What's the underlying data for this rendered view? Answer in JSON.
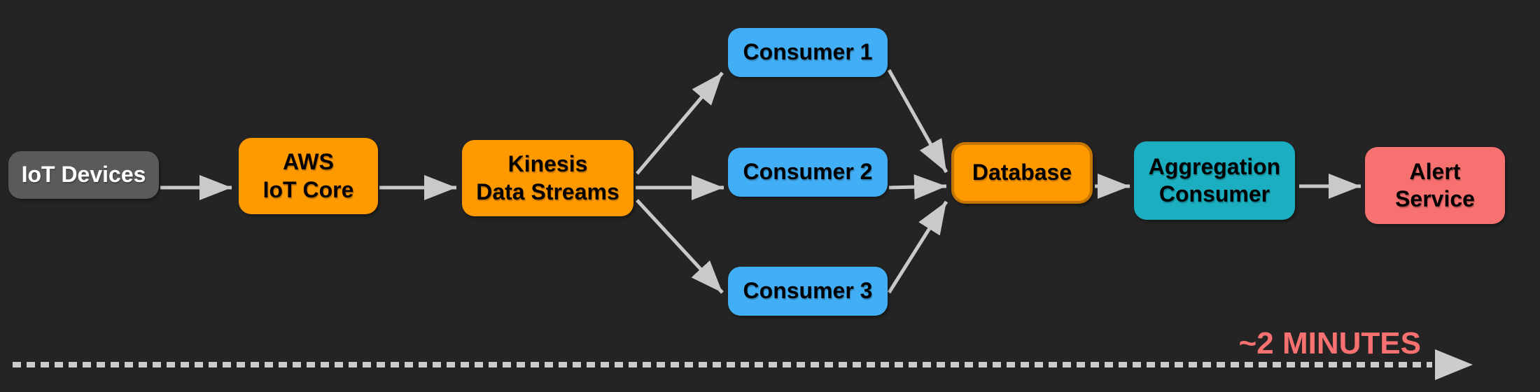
{
  "nodes": {
    "iot_devices": {
      "label": "IoT Devices",
      "fill": "#5A5A5A",
      "text_color": "#FFFFFF"
    },
    "aws_iot_core": {
      "label": "AWS\nIoT Core",
      "fill": "#FF9900",
      "text_color": "#000000"
    },
    "kinesis_data_streams": {
      "label": "Kinesis\nData Streams",
      "fill": "#FF9900",
      "text_color": "#000000"
    },
    "consumer_1": {
      "label": "Consumer 1",
      "fill": "#41AEF5",
      "text_color": "#000000"
    },
    "consumer_2": {
      "label": "Consumer 2",
      "fill": "#41AEF5",
      "text_color": "#000000"
    },
    "consumer_3": {
      "label": "Consumer 3",
      "fill": "#41AEF5",
      "text_color": "#000000"
    },
    "database": {
      "label": "Database",
      "fill": "#FF9900",
      "border": "#C67600",
      "text_color": "#000000"
    },
    "aggregation_consumer": {
      "label": "Aggregation\nConsumer",
      "fill": "#1AAEC0",
      "text_color": "#000000"
    },
    "alert_service": {
      "label": "Alert\nService",
      "fill": "#F87171",
      "text_color": "#000000"
    }
  },
  "edges": [
    {
      "from": "iot_devices",
      "to": "aws_iot_core"
    },
    {
      "from": "aws_iot_core",
      "to": "kinesis_data_streams"
    },
    {
      "from": "kinesis_data_streams",
      "to": "consumer_1"
    },
    {
      "from": "kinesis_data_streams",
      "to": "consumer_2"
    },
    {
      "from": "kinesis_data_streams",
      "to": "consumer_3"
    },
    {
      "from": "consumer_1",
      "to": "database"
    },
    {
      "from": "consumer_2",
      "to": "database"
    },
    {
      "from": "consumer_3",
      "to": "database"
    },
    {
      "from": "database",
      "to": "aggregation_consumer"
    },
    {
      "from": "aggregation_consumer",
      "to": "alert_service"
    }
  ],
  "timeline": {
    "label": "~2 MINUTES",
    "label_color": "#F87171",
    "line_style": "dashed",
    "line_color": "#CCCCCC"
  },
  "colors": {
    "background": "#242424",
    "arrow": "#C9C9C9",
    "orange": "#FF9900",
    "blue": "#41AEF5",
    "teal": "#1AAEC0",
    "red": "#F87171",
    "gray": "#5A5A5A"
  }
}
